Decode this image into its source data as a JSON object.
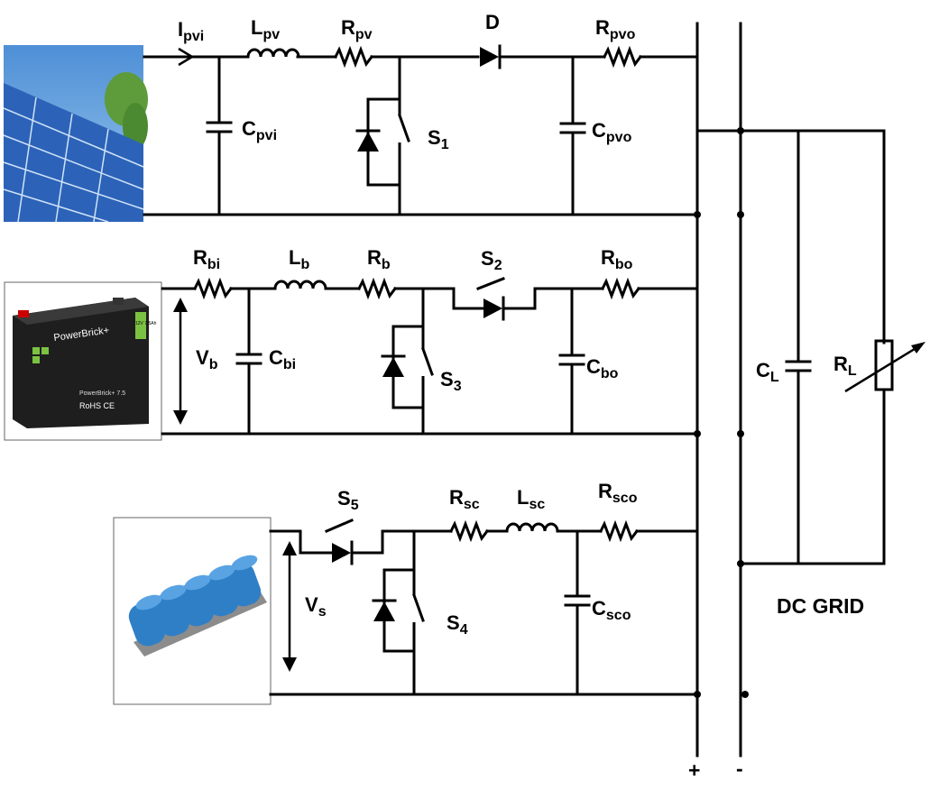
{
  "labels": {
    "ipvi": {
      "main": "I",
      "sub": "pvi"
    },
    "lpv": {
      "main": "L",
      "sub": "pv"
    },
    "rpv": {
      "main": "R",
      "sub": "pv"
    },
    "d": {
      "main": "D",
      "sub": ""
    },
    "rpvo": {
      "main": "R",
      "sub": "pvo"
    },
    "cpvi": {
      "main": "C",
      "sub": "pvi"
    },
    "s1": {
      "main": "S",
      "sub": "1"
    },
    "cpvo": {
      "main": "C",
      "sub": "pvo"
    },
    "rbi": {
      "main": "R",
      "sub": "bi"
    },
    "lb": {
      "main": "L",
      "sub": "b"
    },
    "rb": {
      "main": "R",
      "sub": "b"
    },
    "s2": {
      "main": "S",
      "sub": "2"
    },
    "rbo": {
      "main": "R",
      "sub": "bo"
    },
    "vb": {
      "main": "V",
      "sub": "b"
    },
    "cbi": {
      "main": "C",
      "sub": "bi"
    },
    "s3": {
      "main": "S",
      "sub": "3"
    },
    "cbo": {
      "main": "C",
      "sub": "bo"
    },
    "cl": {
      "main": "C",
      "sub": "L"
    },
    "rl": {
      "main": "R",
      "sub": "L"
    },
    "s5": {
      "main": "S",
      "sub": "5"
    },
    "rsc": {
      "main": "R",
      "sub": "sc"
    },
    "lsc": {
      "main": "L",
      "sub": "sc"
    },
    "rsco": {
      "main": "R",
      "sub": "sco"
    },
    "vs": {
      "main": "V",
      "sub": "s"
    },
    "s4": {
      "main": "S",
      "sub": "4"
    },
    "csco": {
      "main": "C",
      "sub": "sco"
    }
  },
  "battery_label": {
    "brand": "PowerBrick+",
    "model": "PowerBrick+ 7.5",
    "rating": "12V 7.5Ah",
    "marks": "RoHS CE"
  },
  "grid_label": "DC GRID",
  "plus_terminal": "+",
  "minus_terminal": "-",
  "colors": {
    "wire": "#000000",
    "sky": "#5f9fd8",
    "panel": "#2f6fc4",
    "battery": "#1e1e1e",
    "battery_accent": "#7cc242",
    "supercap": "#2f7fc7"
  }
}
